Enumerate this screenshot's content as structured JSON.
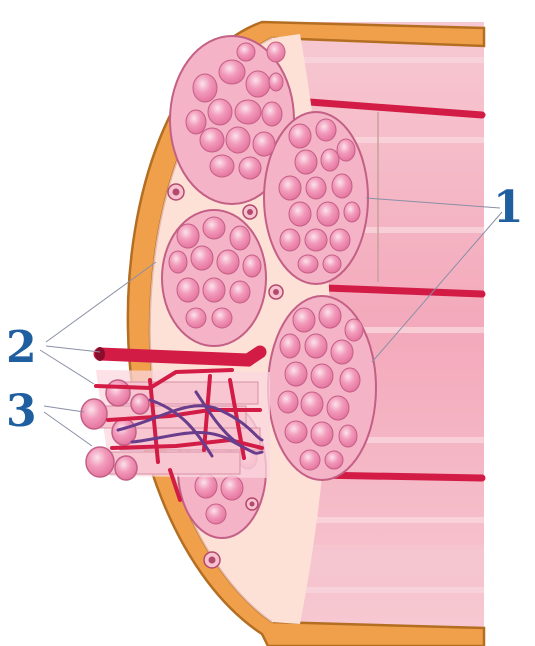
{
  "labels": {
    "one": "1",
    "two": "2",
    "three": "3"
  },
  "colors": {
    "label_text": "#1f5fa0",
    "leader_line": "#8a8fa6",
    "sheath_orange": "#f0a04a",
    "sheath_outline": "#b36e22",
    "tissue_light": "#fde0d6",
    "fascicle_fill": "#f4b3c6",
    "fiber_fill": "#ee86ad",
    "perineurium": "#c45f86",
    "vessel_red": "#d21c46",
    "nerve_purple": "#6a3c8c",
    "fiber_stripe": "#f5c3cd"
  }
}
